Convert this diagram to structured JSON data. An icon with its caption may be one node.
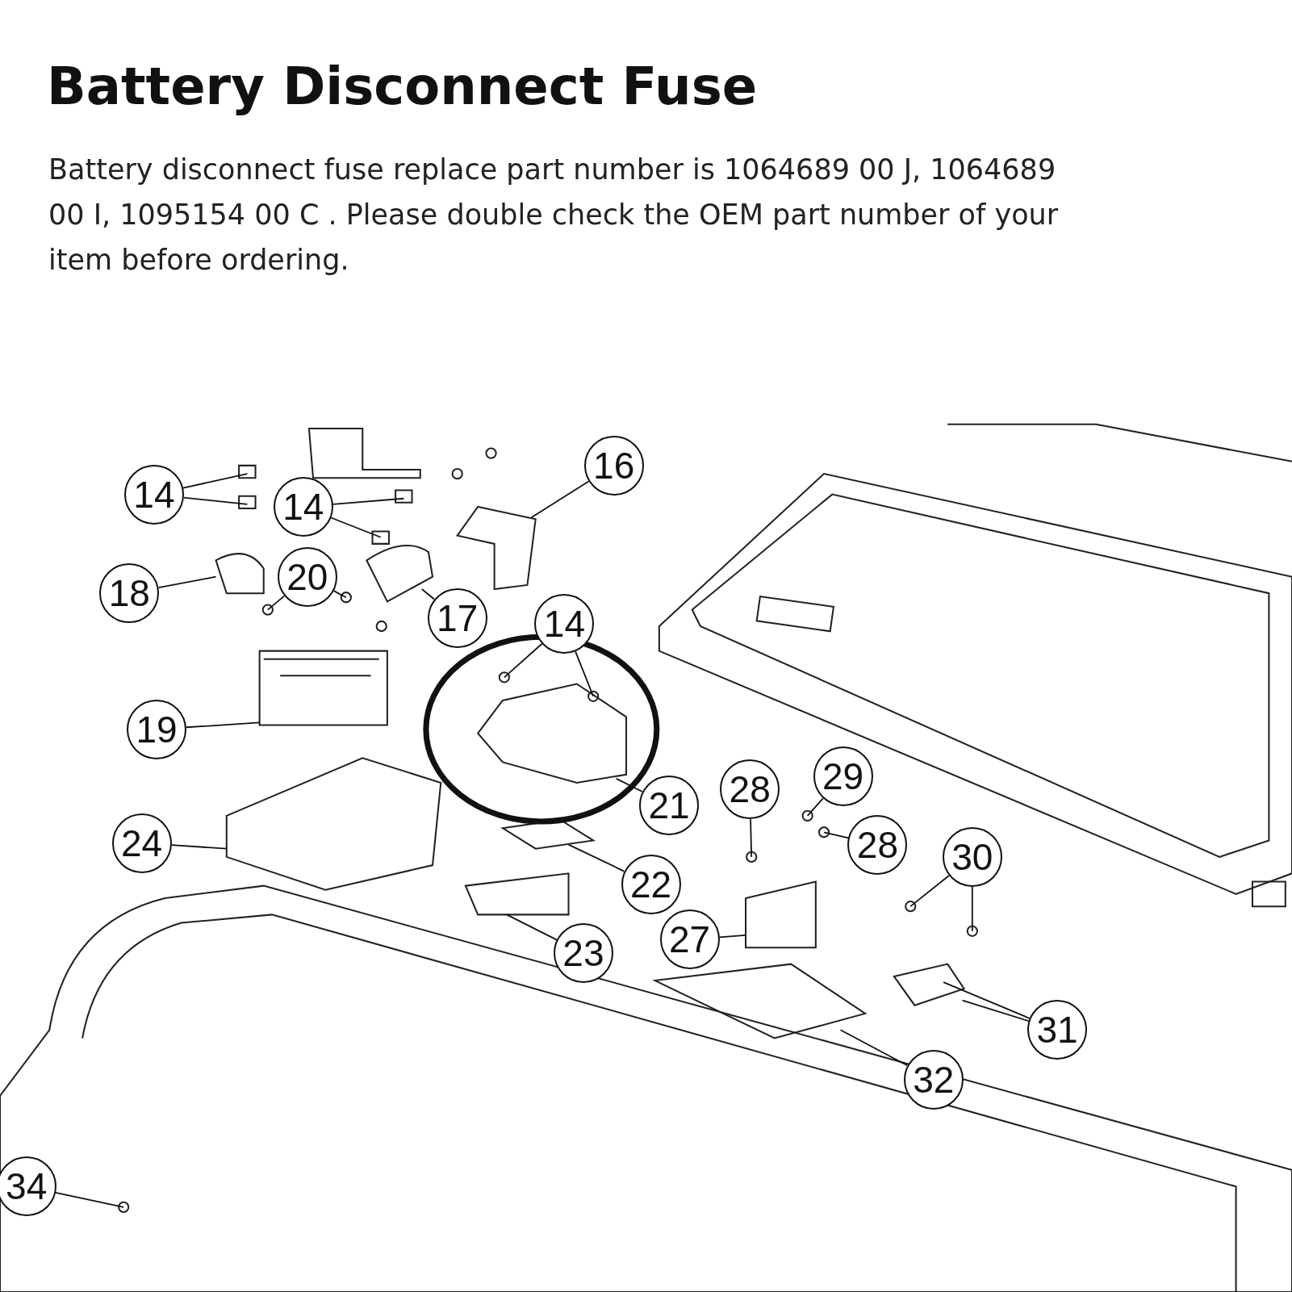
{
  "diagram": {
    "title": "Battery Disconnect Fuse",
    "nodes": [
      {
        "text": [
          "16"
        ]
      },
      {
        "text": [
          "14"
        ]
      },
      {
        "text": [
          "14"
        ]
      },
      {
        "text": [
          "20"
        ]
      },
      {
        "text": [
          "18"
        ]
      },
      {
        "text": [
          "17"
        ]
      },
      {
        "text": [
          "14"
        ]
      },
      {
        "text": [
          "19"
        ]
      },
      {
        "text": [
          "29"
        ]
      },
      {
        "text": [
          "28"
        ]
      },
      {
        "text": [
          "21"
        ]
      },
      {
        "text": [
          "24"
        ]
      },
      {
        "text": [
          "28"
        ]
      },
      {
        "text": [
          "30"
        ]
      },
      {
        "text": [
          "22"
        ]
      },
      {
        "text": [
          "27"
        ]
      },
      {
        "text": [
          "23"
        ]
      },
      {
        "text": [
          "31"
        ]
      },
      {
        "text": [
          "32"
        ]
      },
      {
        "text": [
          "34"
        ]
      }
    ],
    "edges": [
      {
        "from": 0,
        "to": null,
        "arrow": "none"
      },
      {
        "from": 1,
        "to": null,
        "arrow": "none"
      },
      {
        "from": 1,
        "to": null,
        "arrow": "none"
      },
      {
        "from": 2,
        "to": null,
        "arrow": "none"
      },
      {
        "from": 2,
        "to": null,
        "arrow": "none"
      },
      {
        "from": 3,
        "to": null,
        "arrow": "none"
      },
      {
        "from": 3,
        "to": null,
        "arrow": "none"
      },
      {
        "from": 4,
        "to": null,
        "arrow": "none"
      },
      {
        "from": 5,
        "to": null,
        "arrow": "none"
      },
      {
        "from": 6,
        "to": null,
        "arrow": "none"
      },
      {
        "from": 6,
        "to": null,
        "arrow": "none"
      },
      {
        "from": 7,
        "to": null,
        "arrow": "none"
      },
      {
        "from": 8,
        "to": null,
        "arrow": "none"
      },
      {
        "from": 9,
        "to": null,
        "arrow": "none"
      },
      {
        "from": 10,
        "to": null,
        "arrow": "none"
      },
      {
        "from": 11,
        "to": null,
        "arrow": "none"
      },
      {
        "from": 12,
        "to": null,
        "arrow": "none"
      },
      {
        "from": 13,
        "to": null,
        "arrow": "none"
      },
      {
        "from": 13,
        "to": null,
        "arrow": "none"
      },
      {
        "from": 14,
        "to": null,
        "arrow": "none"
      },
      {
        "from": 15,
        "to": null,
        "arrow": "none"
      },
      {
        "from": 16,
        "to": null,
        "arrow": "none"
      },
      {
        "from": 17,
        "to": null,
        "arrow": "none"
      },
      {
        "from": 17,
        "to": null,
        "arrow": "none"
      },
      {
        "from": 18,
        "to": null,
        "arrow": "none"
      },
      {
        "from": 19,
        "to": null,
        "arrow": "none"
      }
    ],
    "labels": [
      "Battery disconnect fuse replace part number is 1064689 00 J, 1064689 00 I, 1095154 00 C . Please double check the OEM part number of your item before ordering."
    ]
  }
}
